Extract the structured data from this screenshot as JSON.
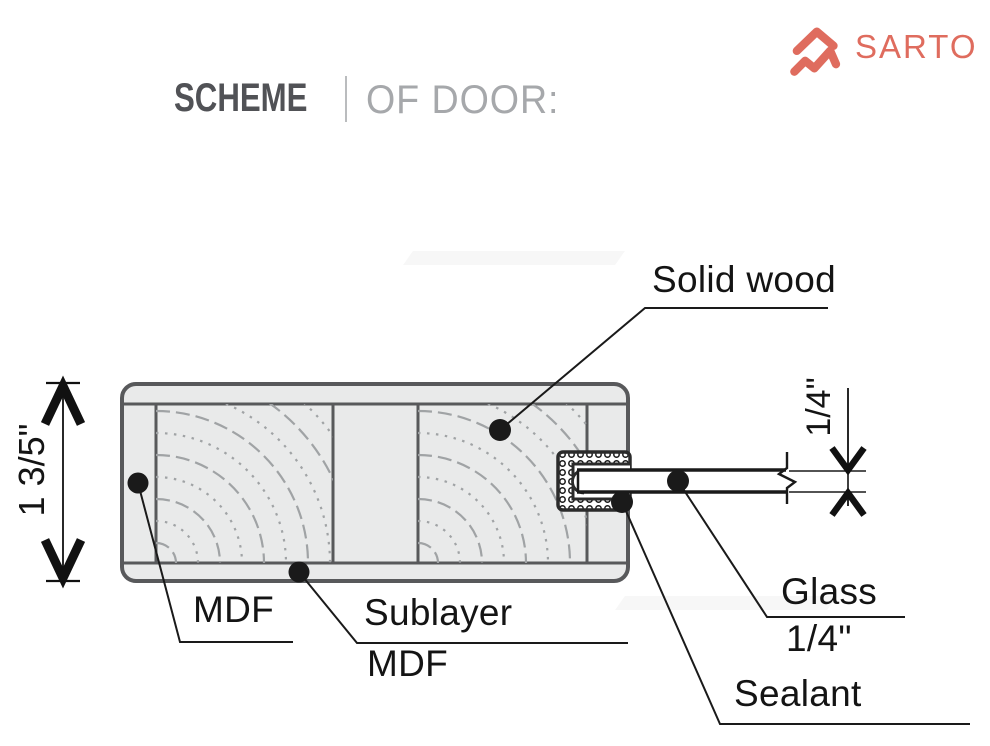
{
  "header": {
    "title": {
      "primary": "SCHEME",
      "secondary": "OF DOOR:"
    },
    "logo": {
      "text": "SARTO",
      "brand_color": "#df6c5e"
    }
  },
  "diagram": {
    "callouts": {
      "solid_wood": "Solid wood",
      "mdf": "MDF",
      "sublayer": {
        "line1": "Sublayer",
        "line2": "MDF"
      },
      "glass": {
        "line1": "Glass",
        "line2": "1/4\""
      },
      "sealant": "Sealant"
    },
    "dimensions": {
      "door_thickness": "1 3/5\"",
      "glass_thickness": "1/4\""
    },
    "colors": {
      "outline": "#58595b",
      "panel_fill": "#e9eaea",
      "wood_grain": "#a0a3a5",
      "callout": "#1a1a1a"
    }
  }
}
